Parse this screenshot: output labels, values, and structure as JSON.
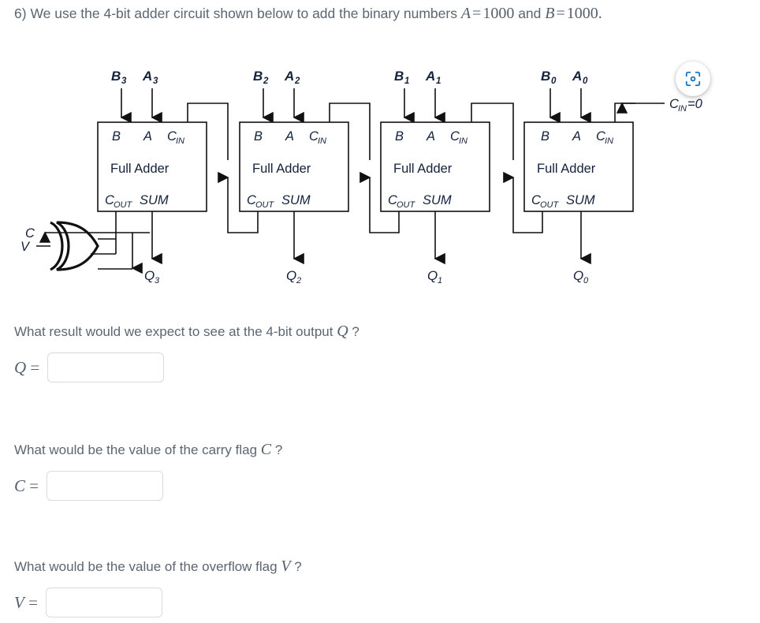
{
  "prompt": {
    "number": "6)",
    "text_before": "We use the 4-bit adder circuit shown below to add the binary numbers",
    "var_a": "A",
    "eq1": "=",
    "val_a": "1000",
    "conj": "and",
    "var_b": "B",
    "eq2": "=",
    "val_b": "1000",
    "period": "."
  },
  "diagram": {
    "title": "4-bit ripple carry adder",
    "lens_icon": "lens-scan-icon",
    "carry_in_label": "C",
    "carry_in_sub": "IN",
    "carry_in_value": "=0",
    "flag_carry": "C",
    "flag_overflow": "V",
    "adders": [
      {
        "id": "adder-3",
        "b_label": "B",
        "b_sub": "3",
        "a_label": "A",
        "a_sub": "3",
        "port_b": "B",
        "port_a": "A",
        "port_cin": "C",
        "port_cin_sub": "IN",
        "name": "Full Adder",
        "port_cout": "C",
        "port_cout_sub": "OUT",
        "port_sum": "SUM",
        "out_label": "Q",
        "out_sub": "3"
      },
      {
        "id": "adder-2",
        "b_label": "B",
        "b_sub": "2",
        "a_label": "A",
        "a_sub": "2",
        "port_b": "B",
        "port_a": "A",
        "port_cin": "C",
        "port_cin_sub": "IN",
        "name": "Full Adder",
        "port_cout": "C",
        "port_cout_sub": "OUT",
        "port_sum": "SUM",
        "out_label": "Q",
        "out_sub": "2"
      },
      {
        "id": "adder-1",
        "b_label": "B",
        "b_sub": "1",
        "a_label": "A",
        "a_sub": "1",
        "port_b": "B",
        "port_a": "A",
        "port_cin": "C",
        "port_cin_sub": "IN",
        "name": "Full Adder",
        "port_cout": "C",
        "port_cout_sub": "OUT",
        "port_sum": "SUM",
        "out_label": "Q",
        "out_sub": "1"
      },
      {
        "id": "adder-0",
        "b_label": "B",
        "b_sub": "0",
        "a_label": "A",
        "a_sub": "0",
        "port_b": "B",
        "port_a": "A",
        "port_cin": "C",
        "port_cin_sub": "IN",
        "name": "Full Adder",
        "port_cout": "C",
        "port_cout_sub": "OUT",
        "port_sum": "SUM",
        "out_label": "Q",
        "out_sub": "0"
      }
    ]
  },
  "questions": [
    {
      "id": "question-q",
      "text_before": "What result would we expect to see at the 4-bit output",
      "symbol": "Q",
      "text_after": "?",
      "answer_symbol": "Q",
      "answer_eq": "=",
      "answer_value": "",
      "answer_placeholder": ""
    },
    {
      "id": "question-c",
      "text_before": "What would be the value of the carry flag",
      "symbol": "C",
      "text_after": "?",
      "answer_symbol": "C",
      "answer_eq": "=",
      "answer_value": "",
      "answer_placeholder": ""
    },
    {
      "id": "question-v",
      "text_before": "What would be the value of the overflow flag",
      "symbol": "V",
      "text_after": "?",
      "answer_symbol": "V",
      "answer_eq": "=",
      "answer_value": "",
      "answer_placeholder": ""
    }
  ],
  "colors": {
    "text": "#5b6671",
    "diagram_line": "#1a1a1a",
    "diagram_label": "#1f6fb5",
    "accent_blue": "#1a73c8",
    "input_border": "#d8dcdf"
  }
}
